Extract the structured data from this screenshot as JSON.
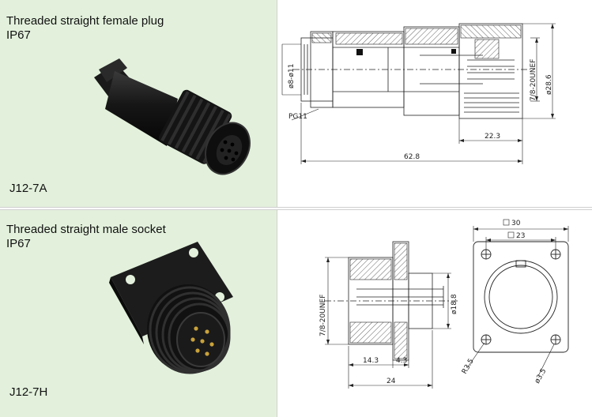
{
  "top_product": {
    "title": "Threaded straight female plug",
    "rating": "IP67",
    "code": "J12-7A",
    "dims": {
      "thread": "7/8-20UNEF",
      "outer_dia": "ø28.6",
      "cable_range": "ø8-ø11",
      "gland": "PG11",
      "length_short": "22.3",
      "length_total": "62.8"
    }
  },
  "bottom_product": {
    "title": "Threaded straight male socket",
    "rating": "IP67",
    "code": "J12-7H",
    "dims": {
      "thread": "7/8-20UNEF",
      "inner_dia": "ø18.8",
      "len_a": "14.3",
      "len_b": "4.3",
      "len_total": "24",
      "square_outer": "30",
      "square_inner": "23",
      "corner_radius": "R3.5",
      "hole_dia": "ø3.5"
    }
  },
  "colors": {
    "panel_bg": "#e3f1dc",
    "product_black": "#141414",
    "drawing_line": "#222222"
  }
}
